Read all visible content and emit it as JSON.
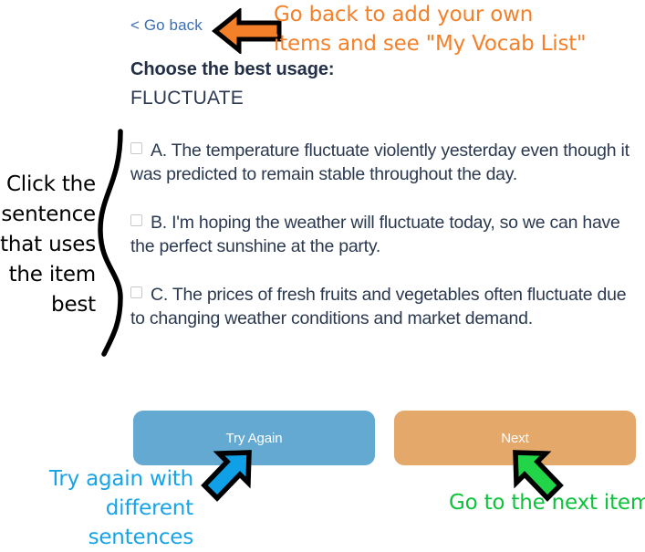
{
  "header": {
    "go_back_label": "< Go back",
    "go_back_icon": "arrow-left-icon"
  },
  "annotations": {
    "go_back": {
      "line1": "Go back to add your own",
      "line2": "items and see \"My Vocab List\"",
      "color": "#f4812a",
      "arrow_icon": "arrow-left-icon"
    },
    "click_sentence": {
      "line1": "Click  the",
      "line2": "sentence",
      "line3": "that uses",
      "line4": "the item",
      "line5": "best",
      "color": "#000000",
      "brace_icon": "curly-brace-icon"
    },
    "try_again": {
      "line1": "Try again with",
      "line2": "different sentences",
      "color": "#17a3e8",
      "arrow_icon": "arrow-up-right-icon"
    },
    "next": {
      "line1": "Go to the next item",
      "color": "#0ec23c",
      "arrow_icon": "arrow-up-left-icon"
    }
  },
  "question": {
    "prompt": "Choose the best usage:",
    "word": "FLUCTUATE",
    "options": [
      {
        "id": "A",
        "checked": false,
        "text": "A. The temperature fluctuate violently yesterday even though it was predicted to remain stable throughout the day."
      },
      {
        "id": "B",
        "checked": false,
        "text": "B. I'm hoping the weather will fluctuate today, so we can have the perfect sunshine at the party."
      },
      {
        "id": "C",
        "checked": false,
        "text": "C. The prices of fresh fruits and vegetables often fluctuate due to changing weather conditions and market demand."
      }
    ]
  },
  "buttons": {
    "try_again_label": "Try Again",
    "try_again_color": "#63a9d2",
    "next_label": "Next",
    "next_color": "#e4a86b"
  }
}
